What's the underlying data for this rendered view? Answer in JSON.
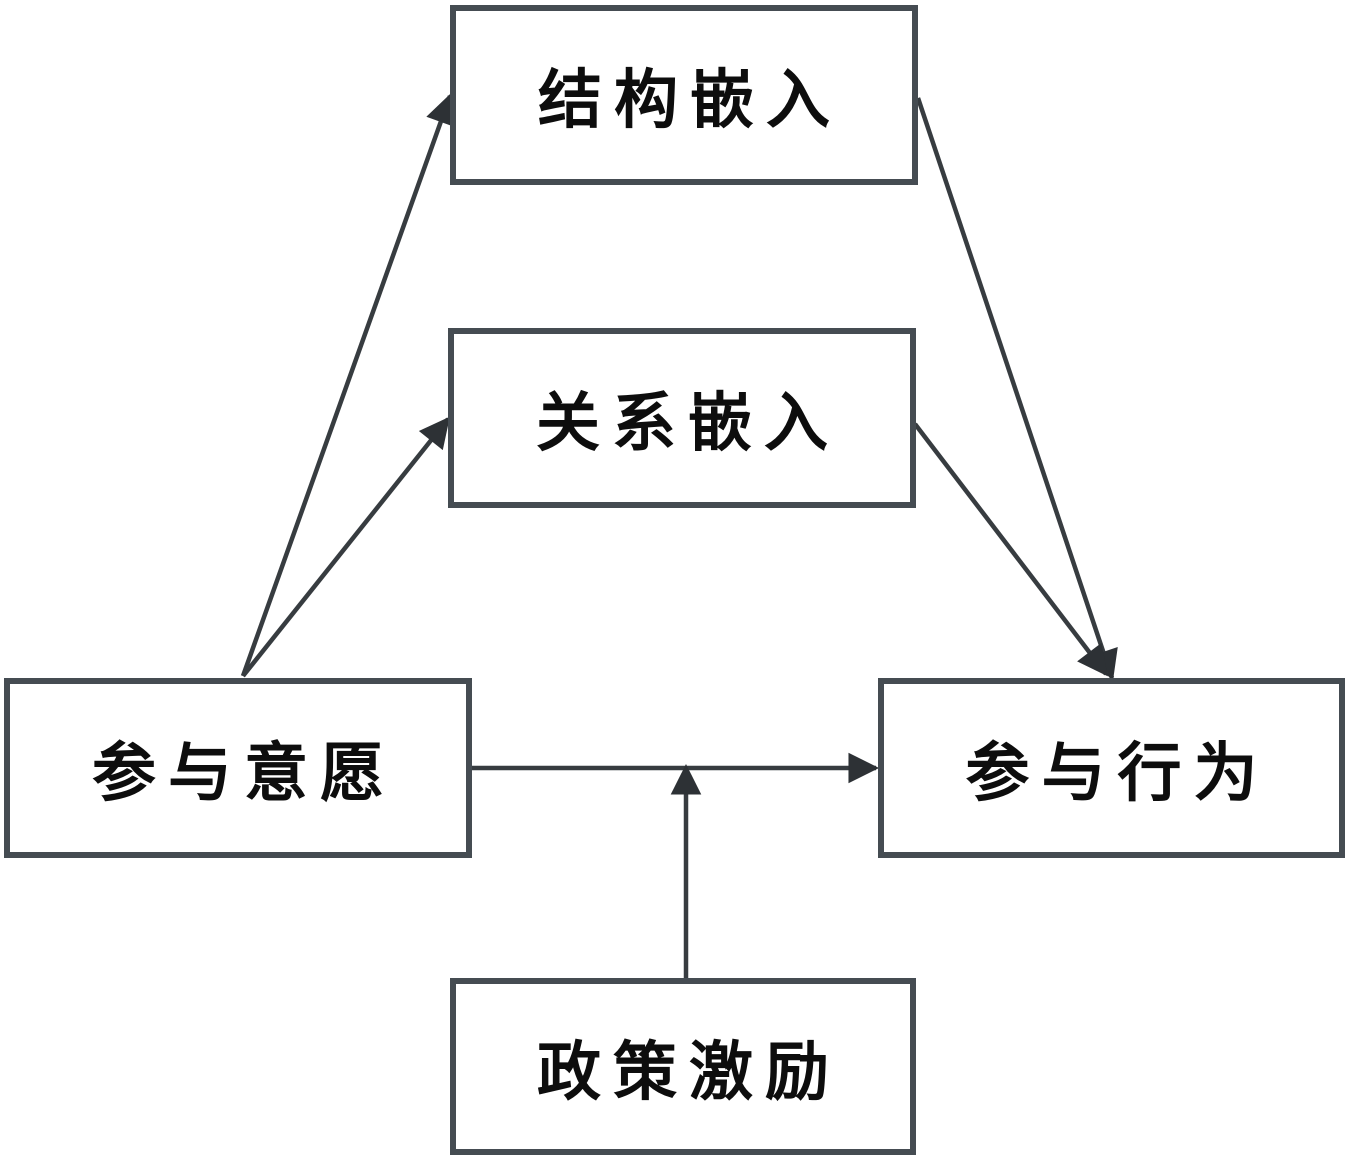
{
  "diagram": {
    "nodes": [
      {
        "id": "structural-embedding",
        "label": "结构嵌入"
      },
      {
        "id": "relational-embedding",
        "label": "关系嵌入"
      },
      {
        "id": "participation-willingness",
        "label": "参与意愿"
      },
      {
        "id": "participation-behavior",
        "label": "参与行为"
      },
      {
        "id": "policy-incentive",
        "label": "政策激励"
      }
    ],
    "edges": [
      {
        "from": "参与意愿",
        "to": "结构嵌入",
        "type": "arrow"
      },
      {
        "from": "参与意愿",
        "to": "关系嵌入",
        "type": "arrow"
      },
      {
        "from": "结构嵌入",
        "to": "参与行为",
        "type": "arrow"
      },
      {
        "from": "关系嵌入",
        "to": "参与行为",
        "type": "arrow"
      },
      {
        "from": "参与意愿",
        "to": "参与行为",
        "type": "arrow"
      },
      {
        "from": "政策激励",
        "to": "参与意愿→参与行为",
        "type": "moderation-arrow"
      }
    ],
    "colors": {
      "background": "#ffffff",
      "box_border": "#454c52",
      "arrow_line": "#373c40",
      "arrowhead": "#2d3135",
      "text": "#0d0d0d"
    }
  }
}
